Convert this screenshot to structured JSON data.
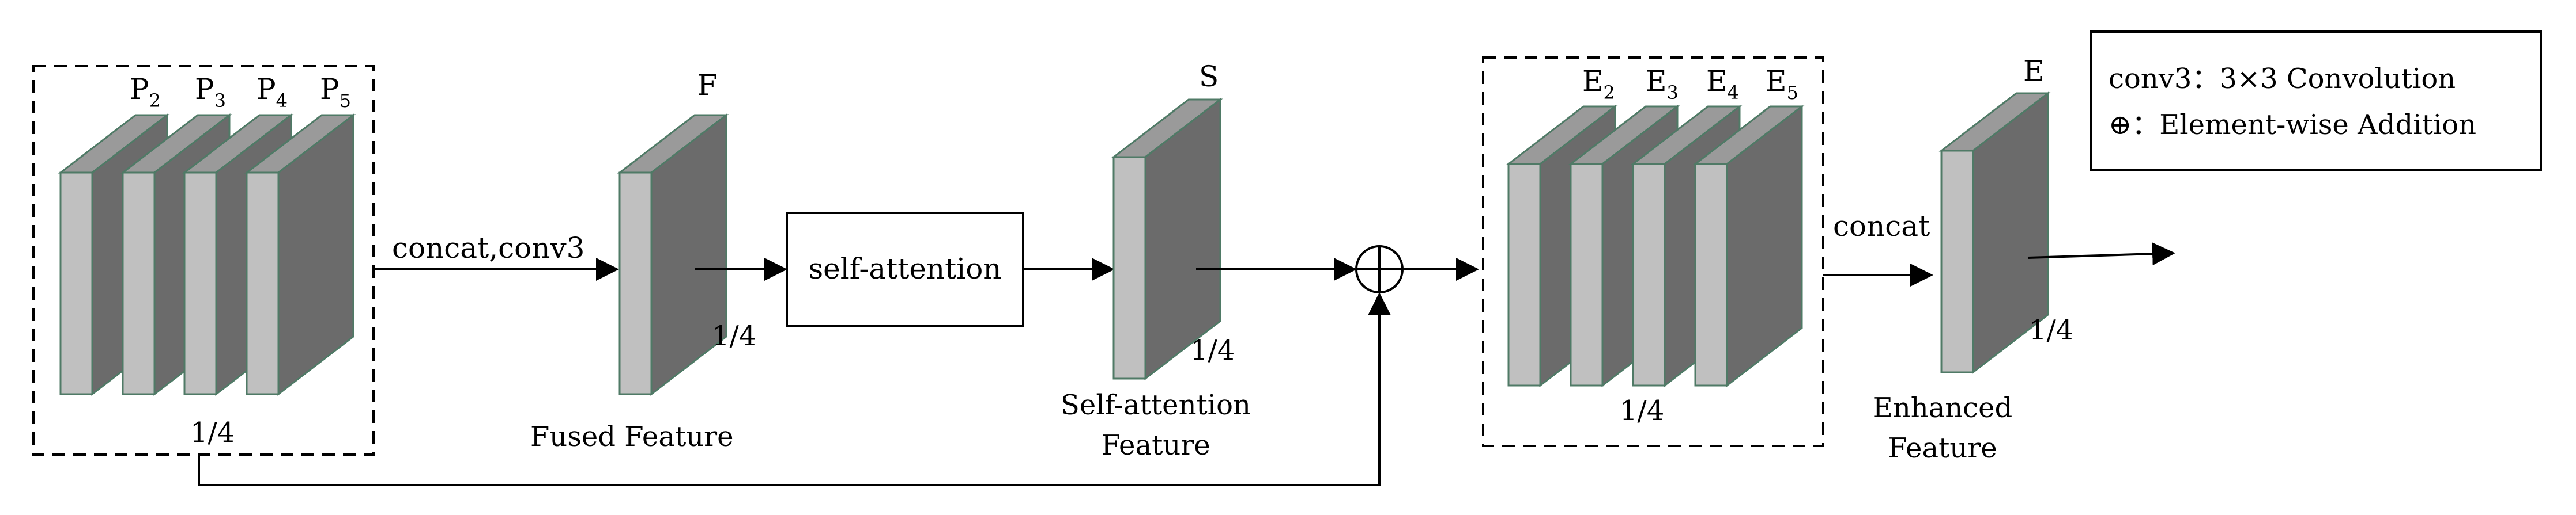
{
  "colors": {
    "slab_front": "#c0c0c0",
    "slab_side": "#6b6b6b",
    "slab_top": "#9a9a9a",
    "slab_edge": "#4f7a66",
    "line": "#000000"
  },
  "pyramid_group": {
    "labels": [
      {
        "base": "P",
        "sub": "2"
      },
      {
        "base": "P",
        "sub": "3"
      },
      {
        "base": "P",
        "sub": "4"
      },
      {
        "base": "P",
        "sub": "5"
      }
    ],
    "scale": "1/4"
  },
  "op1": {
    "label": "concat,conv3"
  },
  "fused": {
    "letter": "F",
    "scale": "1/4",
    "caption": "Fused Feature"
  },
  "attention_box": {
    "label": "self-attention"
  },
  "self_attn": {
    "letter": "S",
    "scale": "1/4",
    "caption_line1": "Self-attention",
    "caption_line2": "Feature"
  },
  "add_symbol": "⊕",
  "enhanced_group": {
    "labels": [
      {
        "base": "E",
        "sub": "2"
      },
      {
        "base": "E",
        "sub": "3"
      },
      {
        "base": "E",
        "sub": "4"
      },
      {
        "base": "E",
        "sub": "5"
      }
    ],
    "scale": "1/4"
  },
  "op2": {
    "label": "concat"
  },
  "enhanced": {
    "letter": "E",
    "scale": "1/4",
    "caption_line1": "Enhanced",
    "caption_line2": "Feature"
  },
  "legend": {
    "line1": "conv3：3×3 Convolution",
    "line2": "⊕：Element-wise Addition"
  }
}
